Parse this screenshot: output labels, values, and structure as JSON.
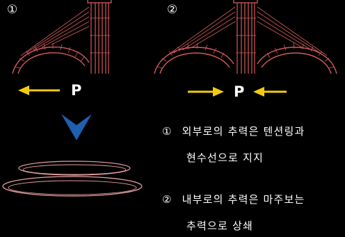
{
  "diagram": {
    "fig1": {
      "number": "①",
      "force_label": "P"
    },
    "fig2": {
      "number": "②",
      "force_label": "P"
    },
    "notes": [
      {
        "marker": "①",
        "line1": "외부로의 추력은 텐션링과",
        "line2": "현수선으로 지지"
      },
      {
        "marker": "②",
        "line1": "내부로의 추력은 마주보는",
        "line2": "추력으로 상쇄"
      }
    ],
    "colors": {
      "structure": "#d65a5a",
      "arrow": "#f2cc0c",
      "down_arrow": "#1f5fb0",
      "ring": "#e8a0a0"
    }
  }
}
